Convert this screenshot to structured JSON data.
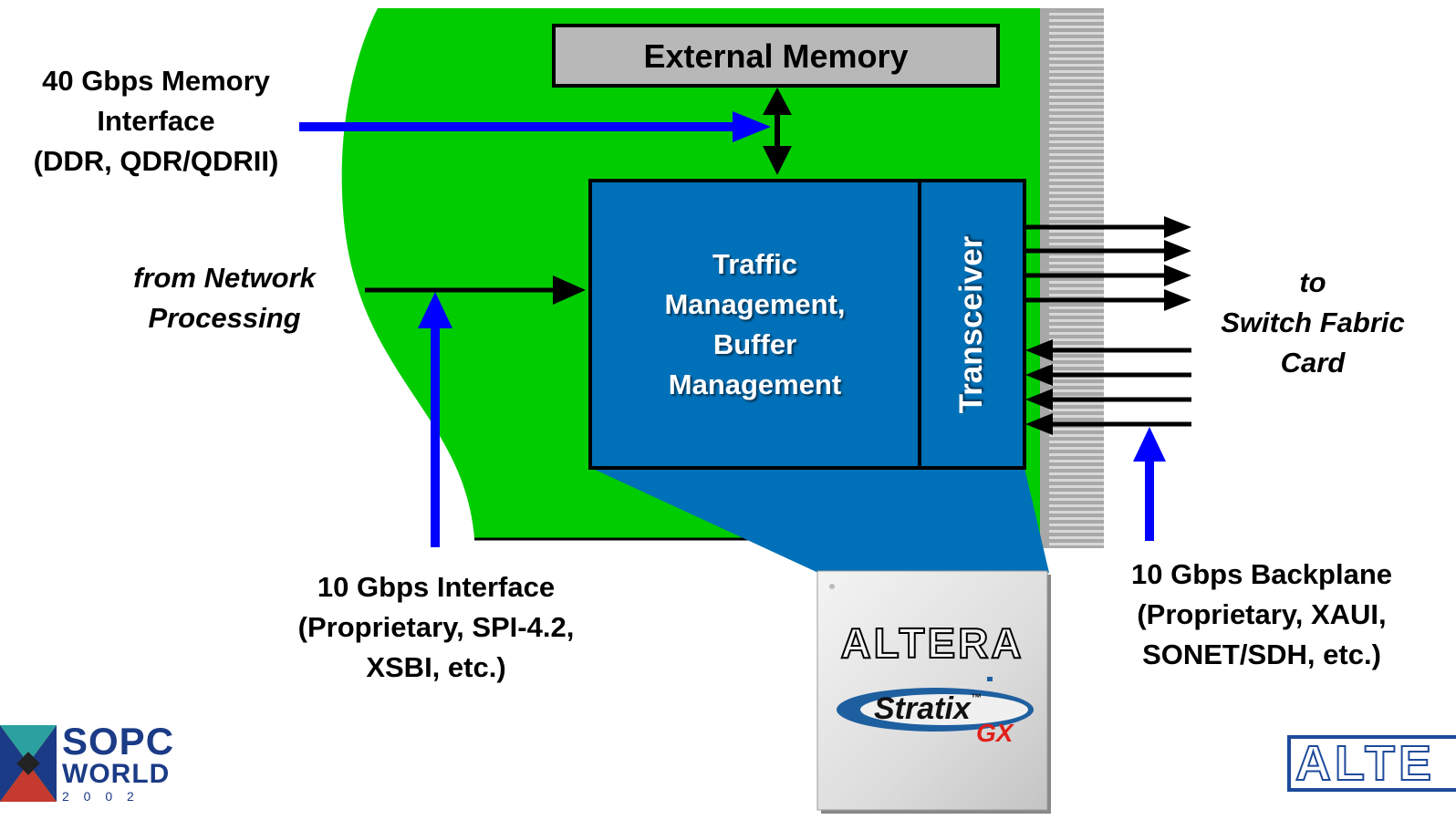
{
  "diagram": {
    "external_memory": "External Memory",
    "core_block": [
      "Traffic",
      "Management,",
      "Buffer",
      "Management"
    ],
    "transceiver": "Transceiver",
    "memory_interface": [
      "40 Gbps Memory",
      "Interface",
      "(DDR, QDR/QDRII)"
    ],
    "from_network": [
      "from Network",
      "Processing"
    ],
    "to_switch": [
      "to",
      "Switch Fabric",
      "Card"
    ],
    "gbps_interface": [
      "10 Gbps Interface",
      "(Proprietary, SPI-4.2,",
      "XSBI, etc.)"
    ],
    "backplane": [
      "10 Gbps Backplane",
      "(Proprietary, XAUI,",
      "SONET/SDH, etc.)"
    ]
  },
  "chip": {
    "brand": "ALTERA",
    "product": "Stratix",
    "tm": "™",
    "suffix": "GX"
  },
  "logos": {
    "sopc_line1": "SOPC",
    "sopc_line2": "WORLD",
    "sopc_year": "2 0 0 2",
    "altera_corner": "ALTE"
  },
  "colors": {
    "board_green": "#00CC00",
    "block_blue": "#0070B8",
    "memory_gray": "#B8B8B8",
    "arrow_blue": "#0000FF"
  }
}
